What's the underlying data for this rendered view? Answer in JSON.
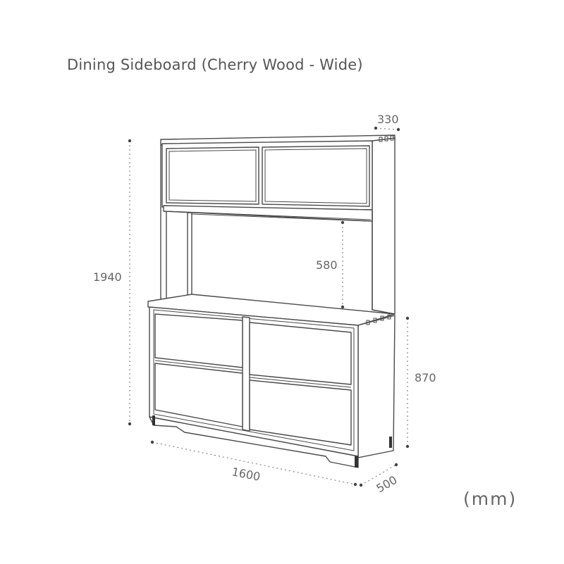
{
  "title": "Dining Sideboard (Cherry Wood - Wide)",
  "unit_label": "(mm)",
  "dimensions": {
    "total_height": "1940",
    "lower_height": "870",
    "width": "1600",
    "depth_lower": "500",
    "depth_upper": "330",
    "open_shelf_height": "580"
  }
}
